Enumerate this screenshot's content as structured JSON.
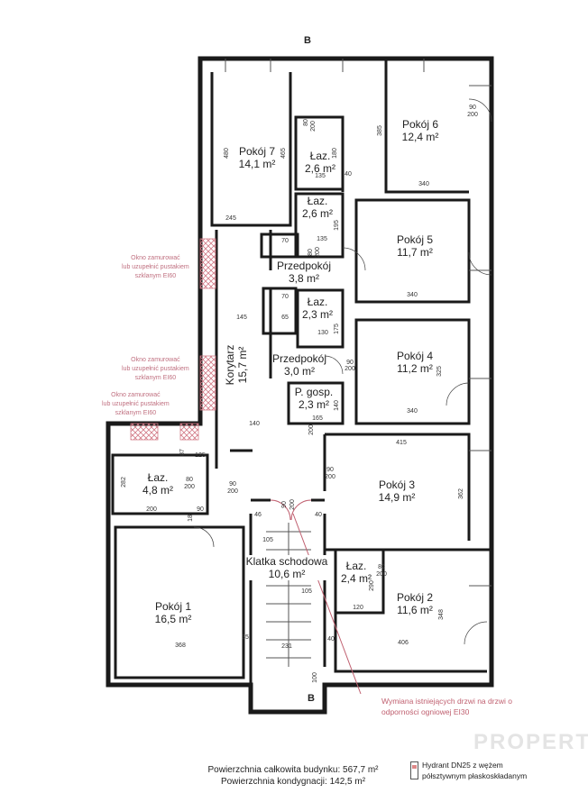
{
  "axis_marks": {
    "top": "B",
    "bottom": "B"
  },
  "rooms": [
    {
      "name": "Pokój 7",
      "area": "14,1 m²"
    },
    {
      "name": "Pokój 6",
      "area": "12,4 m²"
    },
    {
      "name": "Łaz.",
      "area": "2,6 m²"
    },
    {
      "name": "Łaz.",
      "area": "2,6 m²"
    },
    {
      "name": "Pokój 5",
      "area": "11,7 m²"
    },
    {
      "name": "Przedpokój",
      "area": "3,8 m²"
    },
    {
      "name": "Łaz.",
      "area": "2,3 m²"
    },
    {
      "name": "Korytarz",
      "area": "15,7 m²"
    },
    {
      "name": "Przedpokój",
      "area": "3,0 m²"
    },
    {
      "name": "Pokój 4",
      "area": "11,2 m²"
    },
    {
      "name": "P. gosp.",
      "area": "2,3 m²"
    },
    {
      "name": "Łaz.",
      "area": "4,8 m²"
    },
    {
      "name": "Pokój 3",
      "area": "14,9 m²"
    },
    {
      "name": "Klatka schodowa",
      "area": "10,6 m²"
    },
    {
      "name": "Łaz.",
      "area": "2,4 m²"
    },
    {
      "name": "Pokój 2",
      "area": "11,6 m²"
    },
    {
      "name": "Pokój 1",
      "area": "16,5 m²"
    }
  ],
  "dimensions": [
    "480",
    "465",
    "245",
    "385",
    "340",
    "90",
    "200",
    "80",
    "200",
    "180",
    "135",
    "40",
    "195",
    "135",
    "70",
    "80",
    "200",
    "340",
    "145",
    "70",
    "65",
    "175",
    "130",
    "90",
    "200",
    "325",
    "340",
    "140",
    "165",
    "200",
    "140",
    "415",
    "125",
    "87",
    "282",
    "80",
    "200",
    "90",
    "200",
    "90",
    "200",
    "362",
    "200",
    "18",
    "90",
    "46",
    "90",
    "200",
    "40",
    "105",
    "105",
    "80",
    "200",
    "290",
    "120",
    "348",
    "368",
    "35",
    "231",
    "100",
    "40",
    "406"
  ],
  "notes": {
    "window_note_lines": [
      "Okno zamurować",
      "lub uzupełnić pustakiem",
      "szklanym EI60"
    ],
    "door_note_lines": [
      "Wymiana istniejących drzwi na drzwi o",
      "odporności ogniowej EI30"
    ]
  },
  "footer": {
    "total_area": "Powierzchnia całkowita budynku: 567,7 m²",
    "floor_area": "Powierzchnia kondygnacji: 142,5 m²"
  },
  "legend": {
    "hydrant_line1": "Hydrant DN25 z wężem",
    "hydrant_line2": "półsztywnym płaskoskładanym"
  },
  "watermark": "PROPERTY",
  "colors": {
    "wall": "#1a1a1a",
    "fire_note": "#c06070",
    "hatch": "#d27a86"
  }
}
